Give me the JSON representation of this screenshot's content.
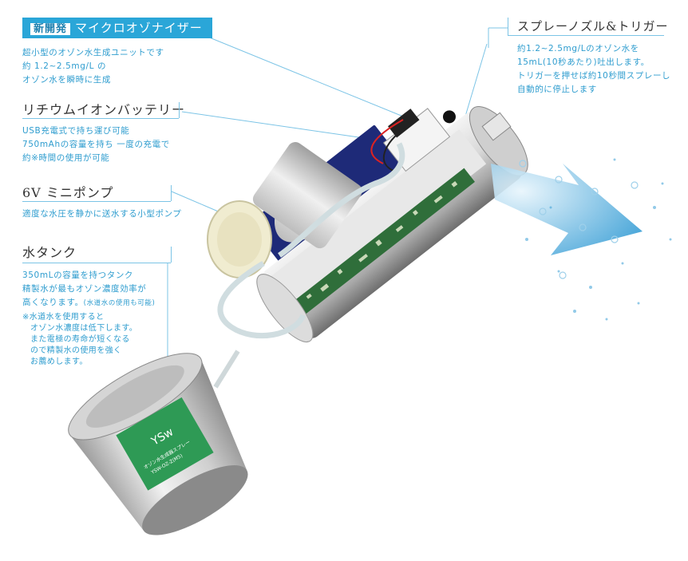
{
  "colors": {
    "accent": "#2aa6d8",
    "text_blue": "#2f9dcf",
    "heading": "#333333",
    "battery_blue": "#1e2a78",
    "circuit_green": "#2f6e3a",
    "label_green": "#2e9a55",
    "spray_blue": "#3a9fd6"
  },
  "ozonizer": {
    "badge": "新開発",
    "title": "マイクロオゾナイザー",
    "lines": [
      "超小型のオゾン水生成ユニットです",
      "約 1.2~2.5mg/L の",
      "オゾン水を瞬時に生成"
    ]
  },
  "battery": {
    "title": "リチウムイオンバッテリー",
    "lines": [
      "USB充電式で持ち運び可能",
      "750mAhの容量を持ち 一度の充電で",
      "約※時間の使用が可能"
    ]
  },
  "pump": {
    "title": "6V ミニポンプ",
    "lines": [
      "適度な水圧を静かに送水する小型ポンプ"
    ]
  },
  "tank": {
    "title": "水タンク",
    "lines": [
      "350mLの容量を持つタンク",
      "精製水が最もオゾン濃度効率が"
    ],
    "line3": "高くなります。",
    "line3_small": "(水道水の使用も可能)",
    "notes": [
      "※水道水を使用すると",
      "オゾン水濃度は低下します。",
      "また電極の寿命が短くなる",
      "ので精製水の使用を強く",
      "お薦めします。"
    ]
  },
  "nozzle": {
    "title": "スプレーノズル&トリガー",
    "lines": [
      "約1.2~2.5mg/Lのオゾン水を",
      "15mL(10秒あたり)吐出します。",
      "トリガーを押せば約10秒間スプレーし",
      "自動的に停止します"
    ]
  },
  "tank_label": {
    "brand": "YSw",
    "lines": [
      "オゾン水生成器スプレー",
      "YSW-OZ-Z(M5)"
    ]
  }
}
